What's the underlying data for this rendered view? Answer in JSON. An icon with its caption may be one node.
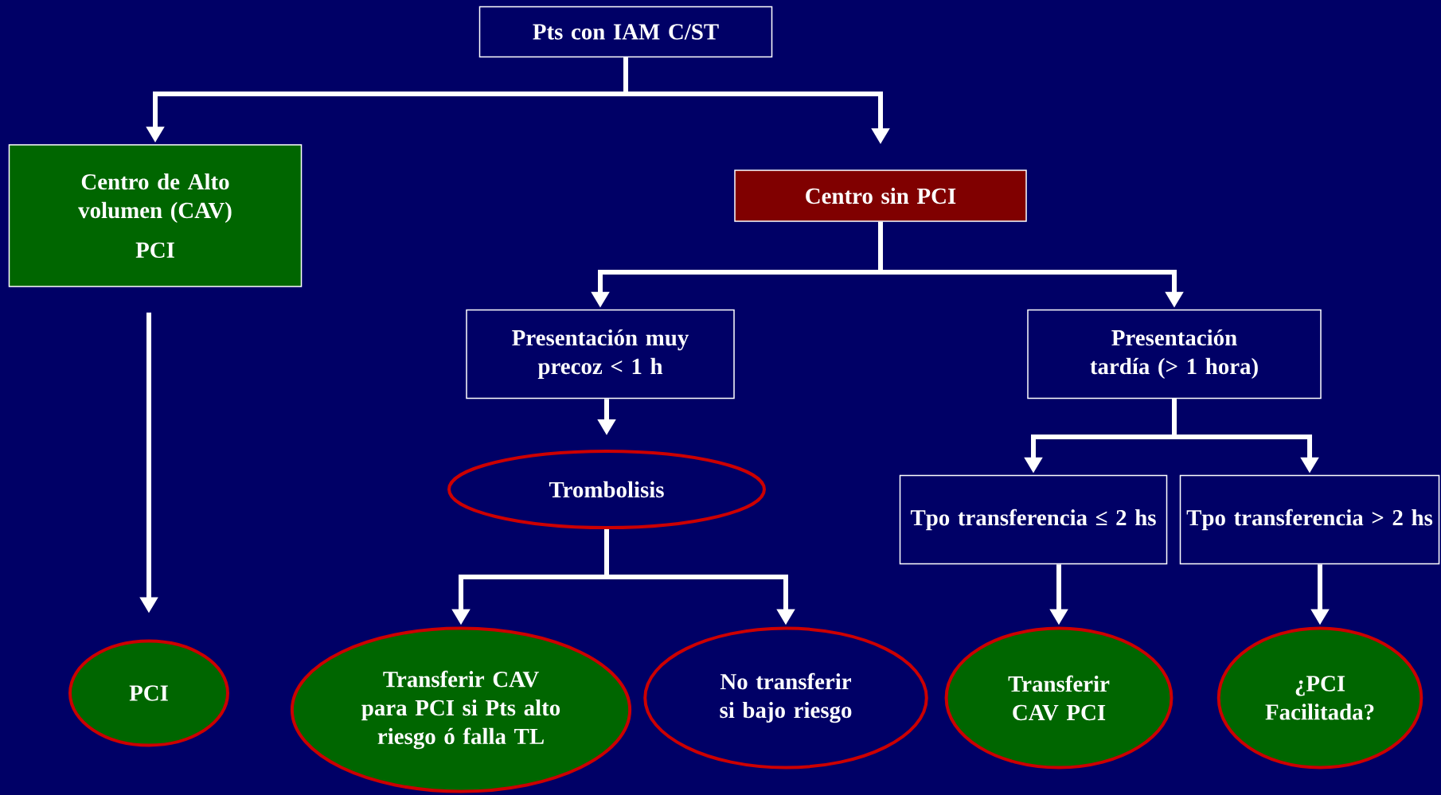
{
  "diagram": {
    "nodes": [
      {
        "text": [
          "Pts con IAM C/ST"
        ]
      },
      {
        "text": [
          "Centro de Alto volumen (CAV)",
          "PCI"
        ]
      },
      {
        "text": [
          "Centro sin PCI"
        ]
      },
      {
        "text": [
          "Presentación muy precoz < 1 h"
        ]
      },
      {
        "text": [
          "Presentación tardía (> 1 hora)"
        ]
      },
      {
        "text": [
          "Trombolisis"
        ]
      },
      {
        "text": [
          "Tpo transferencia ≤ 2 hs"
        ]
      },
      {
        "text": [
          "Tpo transferencia > 2 hs"
        ]
      },
      {
        "text": [
          "PCI"
        ]
      },
      {
        "text": [
          "Transferir CAV para PCI si Pts alto riesgo ó falla TL"
        ]
      },
      {
        "text": [
          "No transferir si bajo riesgo"
        ]
      },
      {
        "text": [
          "Transferir CAV PCI"
        ]
      },
      {
        "text": [
          "¿PCI Facilitada?"
        ]
      }
    ],
    "edges": [
      {
        "from": 0,
        "to": 1,
        "arrow": "to"
      },
      {
        "from": 0,
        "to": 2,
        "arrow": "to"
      },
      {
        "from": 1,
        "to": 8,
        "arrow": "to"
      },
      {
        "from": 2,
        "to": 3,
        "arrow": "to"
      },
      {
        "from": 2,
        "to": 4,
        "arrow": "to"
      },
      {
        "from": 3,
        "to": 5,
        "arrow": "to"
      },
      {
        "from": 5,
        "to": 9,
        "arrow": "to"
      },
      {
        "from": 5,
        "to": 10,
        "arrow": "to"
      },
      {
        "from": 4,
        "to": 6,
        "arrow": "to"
      },
      {
        "from": 4,
        "to": 7,
        "arrow": "to"
      },
      {
        "from": 6,
        "to": 11,
        "arrow": "to"
      },
      {
        "from": 7,
        "to": 12,
        "arrow": "to"
      }
    ]
  }
}
